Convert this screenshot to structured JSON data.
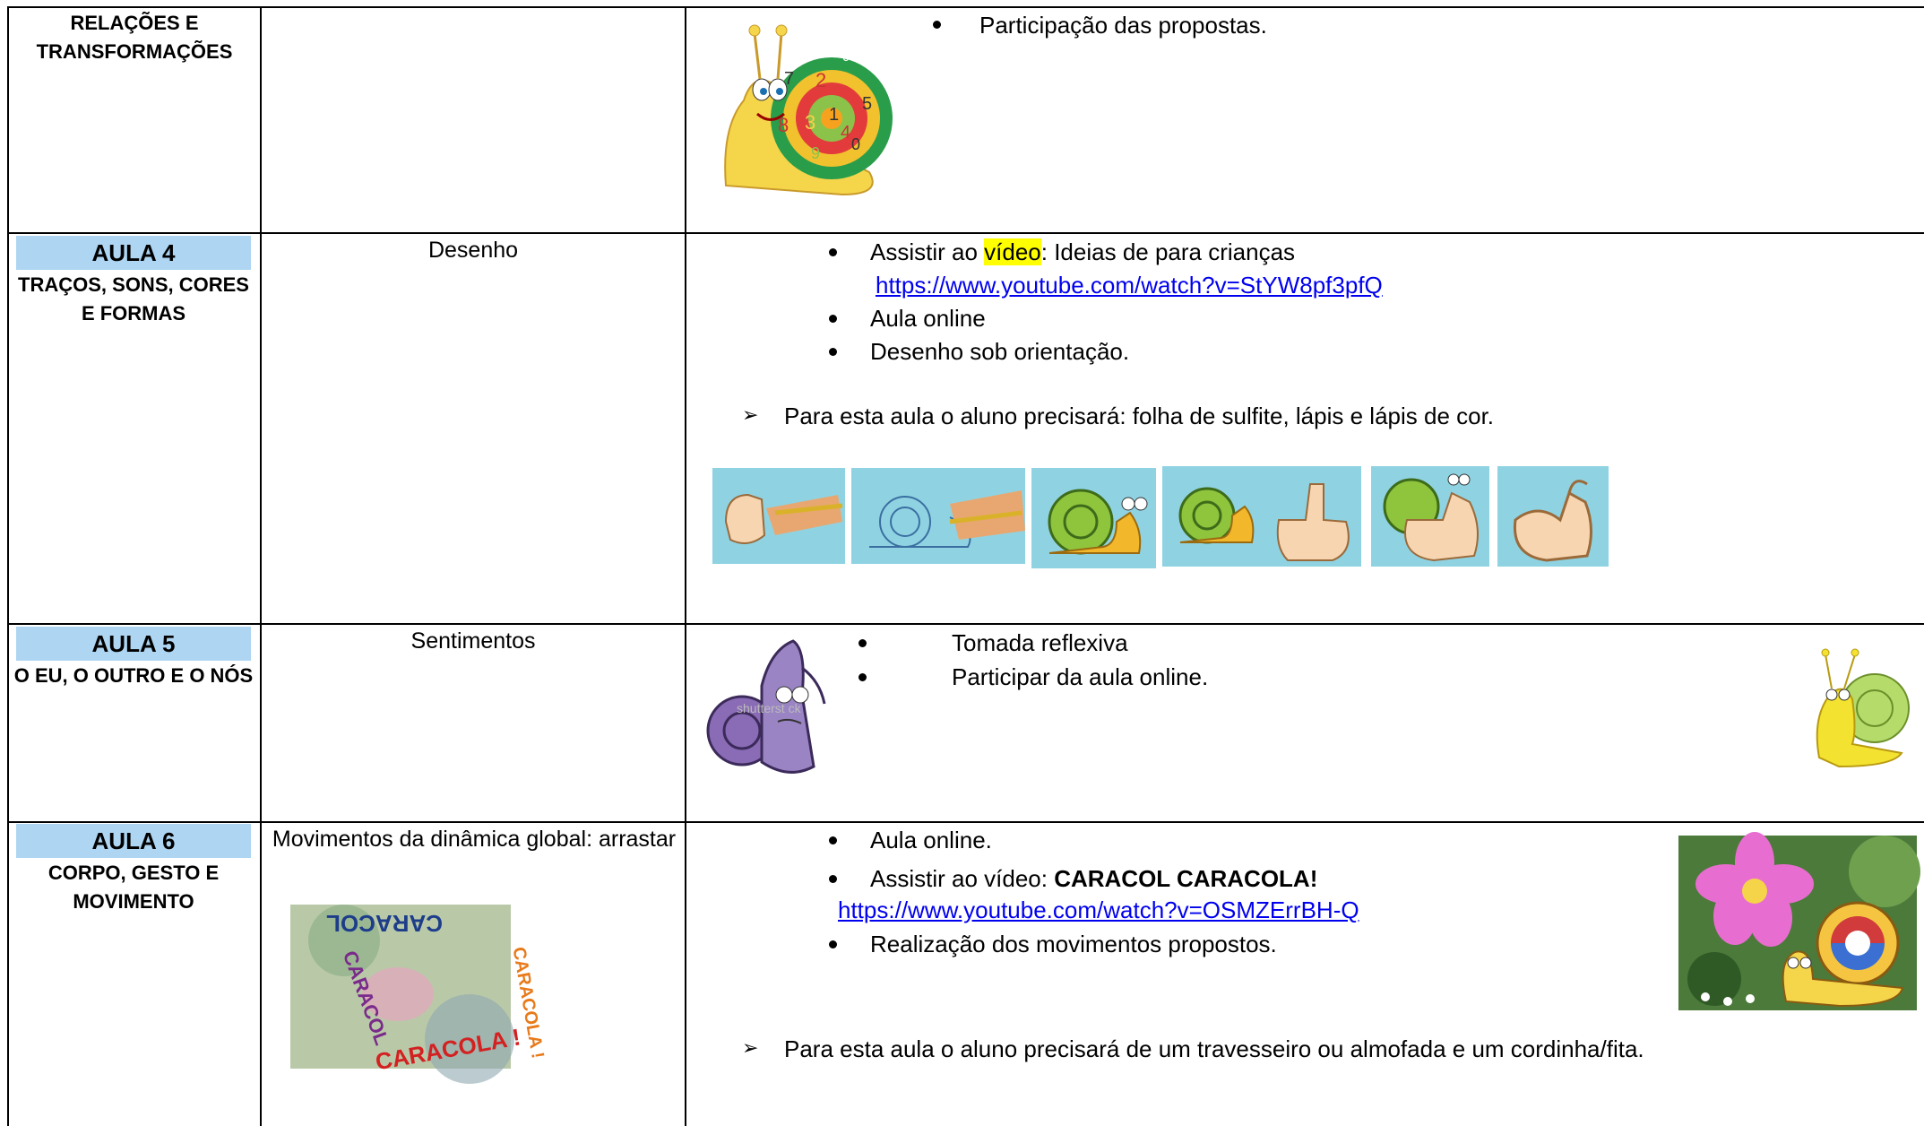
{
  "row1": {
    "unit_sub": "RELAÇÕES E TRANSFORMAÇÕES",
    "bullet1": "Participação das propostas."
  },
  "row2": {
    "unit_title": "AULA 4",
    "unit_sub": "TRAÇOS, SONS, CORES E FORMAS",
    "topic": "Desenho",
    "b1_pre": "Assistir ao ",
    "b1_hl": "vídeo",
    "b1_post": ": Ideias de para crianças",
    "link": "https://www.youtube.com/watch?v=StYW8pf3pfQ",
    "b2": "Aula online",
    "b3": "Desenho sob orientação.",
    "note": "Para esta aula o aluno precisará: folha de sulfite, lápis e lápis de cor."
  },
  "row3": {
    "unit_title": "AULA 5",
    "unit_sub": "O EU, O OUTRO E O NÓS",
    "topic": "Sentimentos",
    "b1": "Tomada reflexiva",
    "b2": "Participar da aula online.",
    "watermark": "shutterst ck"
  },
  "row4": {
    "unit_title": "AULA 6",
    "unit_sub": "CORPO, GESTO E MOVIMENTO",
    "topic": "Movimentos da dinâmica global: arrastar",
    "b1": "Aula online.",
    "b2_pre": "Assistir ao  vídeo: ",
    "b2_bold": "CARACOL CARACOLA!",
    "link": "https://www.youtube.com/watch?v=OSMZErrBH-Q",
    "b3": "Realização dos movimentos propostos.",
    "note": "Para esta aula o aluno precisará de um travesseiro ou almofada e um cordinha/fita.",
    "image_words": [
      "CARACOL",
      "CARACOLA !",
      "CARACOL",
      "CARACOLA !"
    ]
  },
  "snail_numbers": [
    "7",
    "2",
    "6",
    "1",
    "5",
    "8",
    "3",
    "4",
    "9",
    "0"
  ],
  "colors": {
    "pill": "#aed5f2",
    "highlight": "#ffff00",
    "link": "#0000ee"
  }
}
